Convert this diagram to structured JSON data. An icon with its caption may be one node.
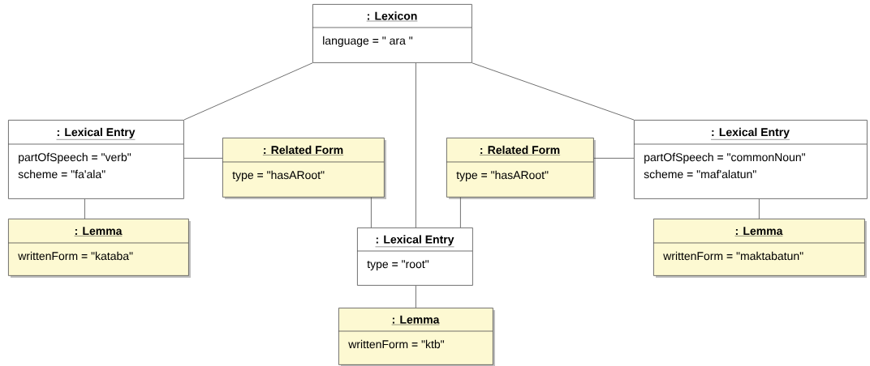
{
  "diagram": {
    "nodes": [
      {
        "text": [
          ": Lexicon",
          "language = \" ara \""
        ]
      },
      {
        "text": [
          ": Lexical Entry",
          "partOfSpeech = \"verb\"",
          "scheme = \"fa'ala\""
        ]
      },
      {
        "text": [
          ": Related Form",
          "type = \"hasARoot\""
        ]
      },
      {
        "text": [
          ": Related Form",
          "type = \"hasARoot\""
        ]
      },
      {
        "text": [
          ": Lexical Entry",
          "partOfSpeech = \"commonNoun\"",
          "scheme = \"maf'alatun\""
        ]
      },
      {
        "text": [
          ": Lemma",
          "writtenForm = \"kataba\""
        ]
      },
      {
        "text": [
          ": Lexical Entry",
          "type = \"root\""
        ]
      },
      {
        "text": [
          ": Lemma",
          "writtenForm = \"maktabatun\""
        ]
      },
      {
        "text": [
          ": Lemma",
          "writtenForm = \"ktb\""
        ]
      }
    ],
    "edges": [
      {
        "from": 0,
        "to": 1,
        "arrow": "none"
      },
      {
        "from": 0,
        "to": 6,
        "arrow": "none"
      },
      {
        "from": 0,
        "to": 4,
        "arrow": "none"
      },
      {
        "from": 1,
        "to": 2,
        "arrow": "none"
      },
      {
        "from": 3,
        "to": 4,
        "arrow": "none"
      },
      {
        "from": 1,
        "to": 5,
        "arrow": "none"
      },
      {
        "from": 2,
        "to": 6,
        "arrow": "none"
      },
      {
        "from": 3,
        "to": 6,
        "arrow": "none"
      },
      {
        "from": 4,
        "to": 7,
        "arrow": "none"
      },
      {
        "from": 6,
        "to": 8,
        "arrow": "none"
      }
    ]
  }
}
